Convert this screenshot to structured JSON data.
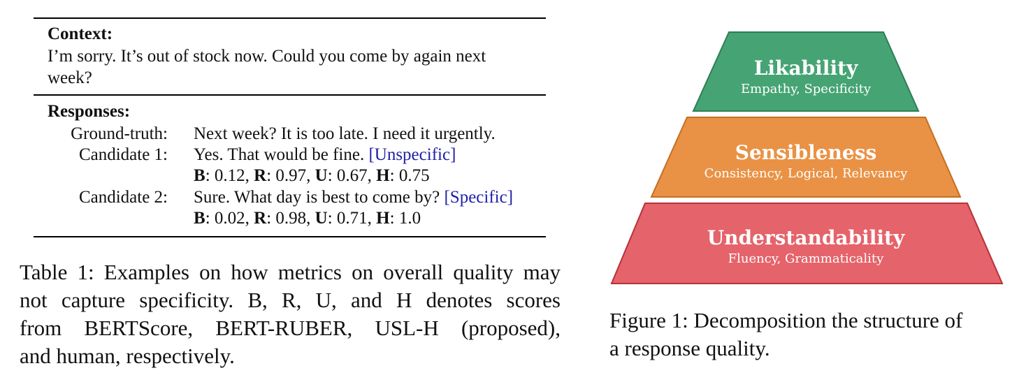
{
  "table": {
    "context_heading": "Context:",
    "context_line1": "I’m sorry. It’s out of stock now. Could you come by again next",
    "context_line2": "week?",
    "responses_heading": "Responses:",
    "rows": [
      {
        "label": "Ground-truth:",
        "text": "Next week? It is too late. I need it urgently."
      },
      {
        "label": "Candidate 1:",
        "text": "Yes. That would be fine.",
        "tag": "[Unspecific]",
        "scores": {
          "B_key": "B",
          "B_val": ": 0.12, ",
          "R_key": "R",
          "R_val": ": 0.97, ",
          "U_key": "U",
          "U_val": ": 0.67, ",
          "H_key": "H",
          "H_val": ": 0.75"
        }
      },
      {
        "label": "Candidate 2:",
        "text": "Sure. What day is best to come by?",
        "tag": "[Specific]",
        "scores": {
          "B_key": "B",
          "B_val": ": 0.02, ",
          "R_key": "R",
          "R_val": ": 0.98, ",
          "U_key": "U",
          "U_val": ": 0.71, ",
          "H_key": "H",
          "H_val": ": 1.0"
        }
      }
    ],
    "caption_lines": [
      "Table 1: Examples on how metrics on overall quality may",
      "not capture specificity.  B, R, U, and H denotes scores",
      "from BERTScore, BERT-RUBER, USL-H (proposed),",
      "and human, respectively."
    ]
  },
  "figure": {
    "levels": [
      {
        "title": "Likability",
        "subtitle": "Empathy, Specificity",
        "fill": "#46a474",
        "stroke": "#2f7d55"
      },
      {
        "title": "Sensibleness",
        "subtitle": "Consistency, Logical, Relevancy",
        "fill": "#e99245",
        "stroke": "#c46f22"
      },
      {
        "title": "Understandability",
        "subtitle": "Fluency, Grammaticality",
        "fill": "#e5636a",
        "stroke": "#b7313a"
      }
    ],
    "caption_lines": [
      "Figure 1: Decomposition the structure of",
      "a response quality."
    ]
  }
}
